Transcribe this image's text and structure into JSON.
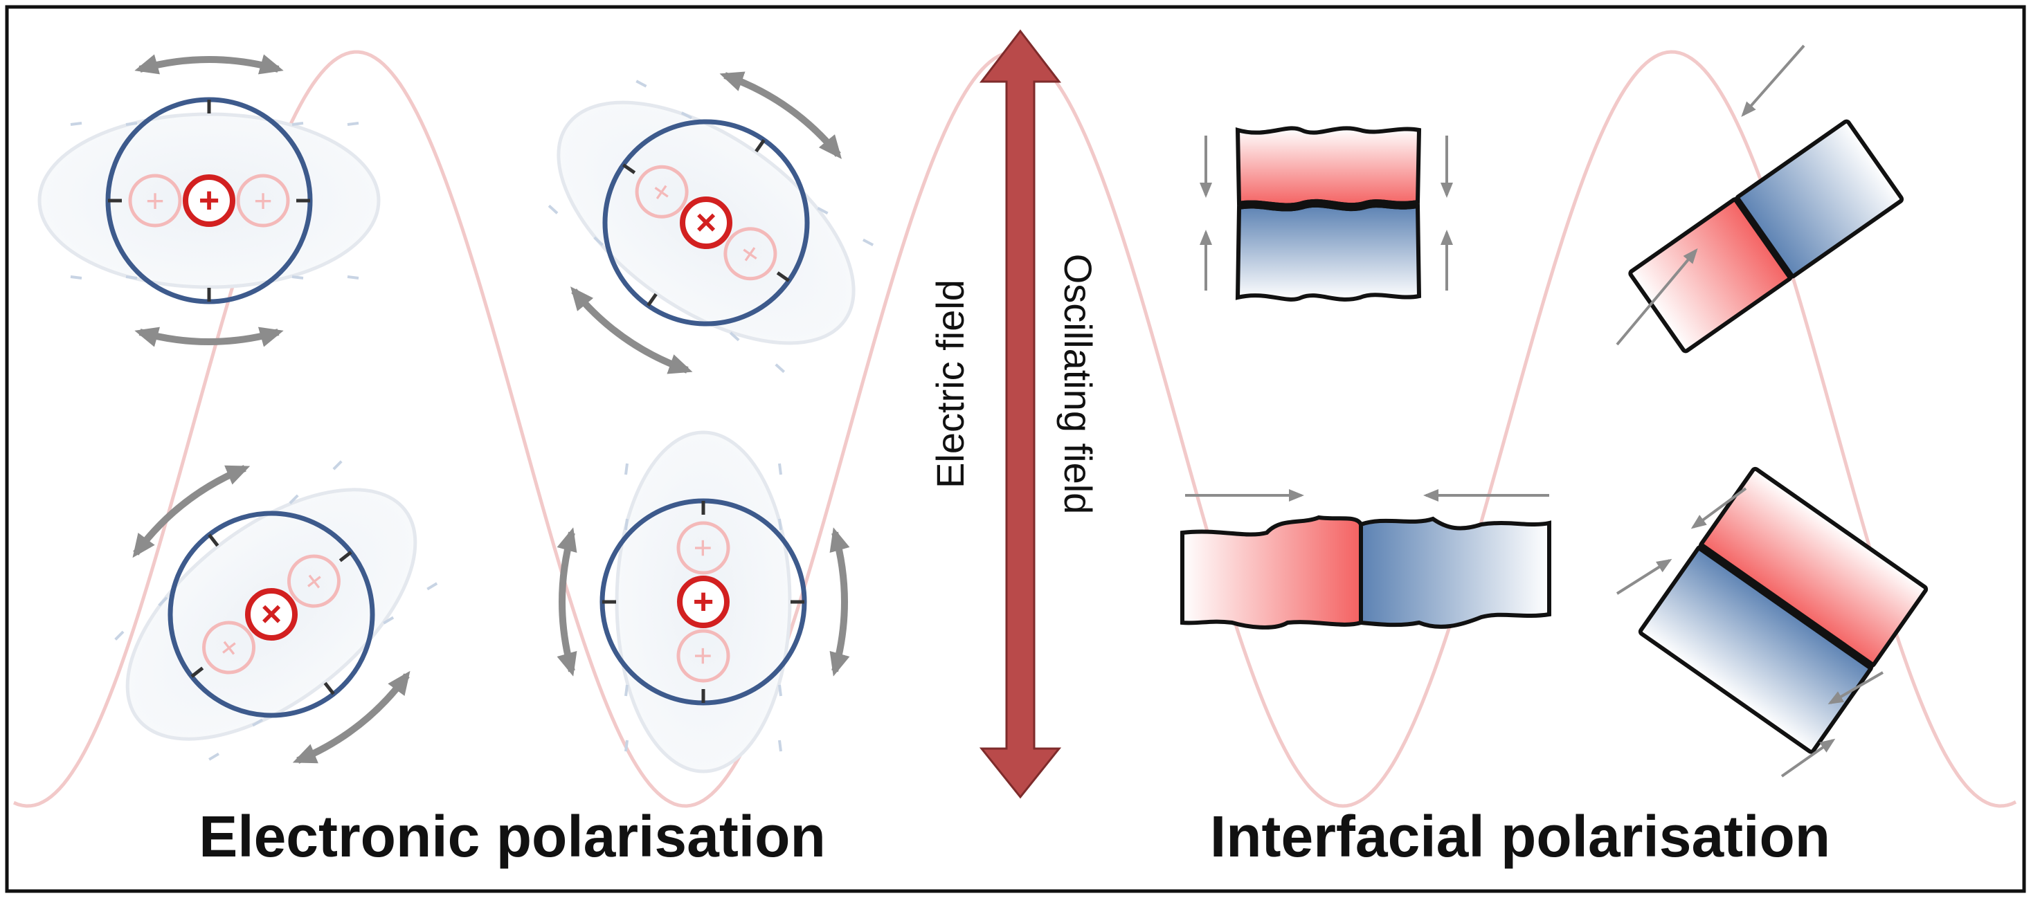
{
  "captions": {
    "left": "Electronic polarisation",
    "right": "Interfacial polarisation"
  },
  "arrow_labels": {
    "electric_field": "Electric field",
    "oscillating_field": "Oscillating field"
  },
  "charge_symbols": {
    "plus": "+",
    "times": "×"
  },
  "colors": {
    "wave": "#f2c9c9",
    "field_arrow": "#b94a4a",
    "atom_ring": "#3d5a8c",
    "nucleus": "#d22020",
    "motion_arrow": "#8c8c8c",
    "red_gradient_start": "#f46262",
    "blue_gradient_start": "#5c82b3",
    "border": "#111111"
  },
  "icons": {
    "atom": "atom-icon",
    "curved_arrow": "curved-double-arrow-icon",
    "interface_block": "interface-block-icon",
    "field_arrow": "double-headed-arrow-icon"
  }
}
